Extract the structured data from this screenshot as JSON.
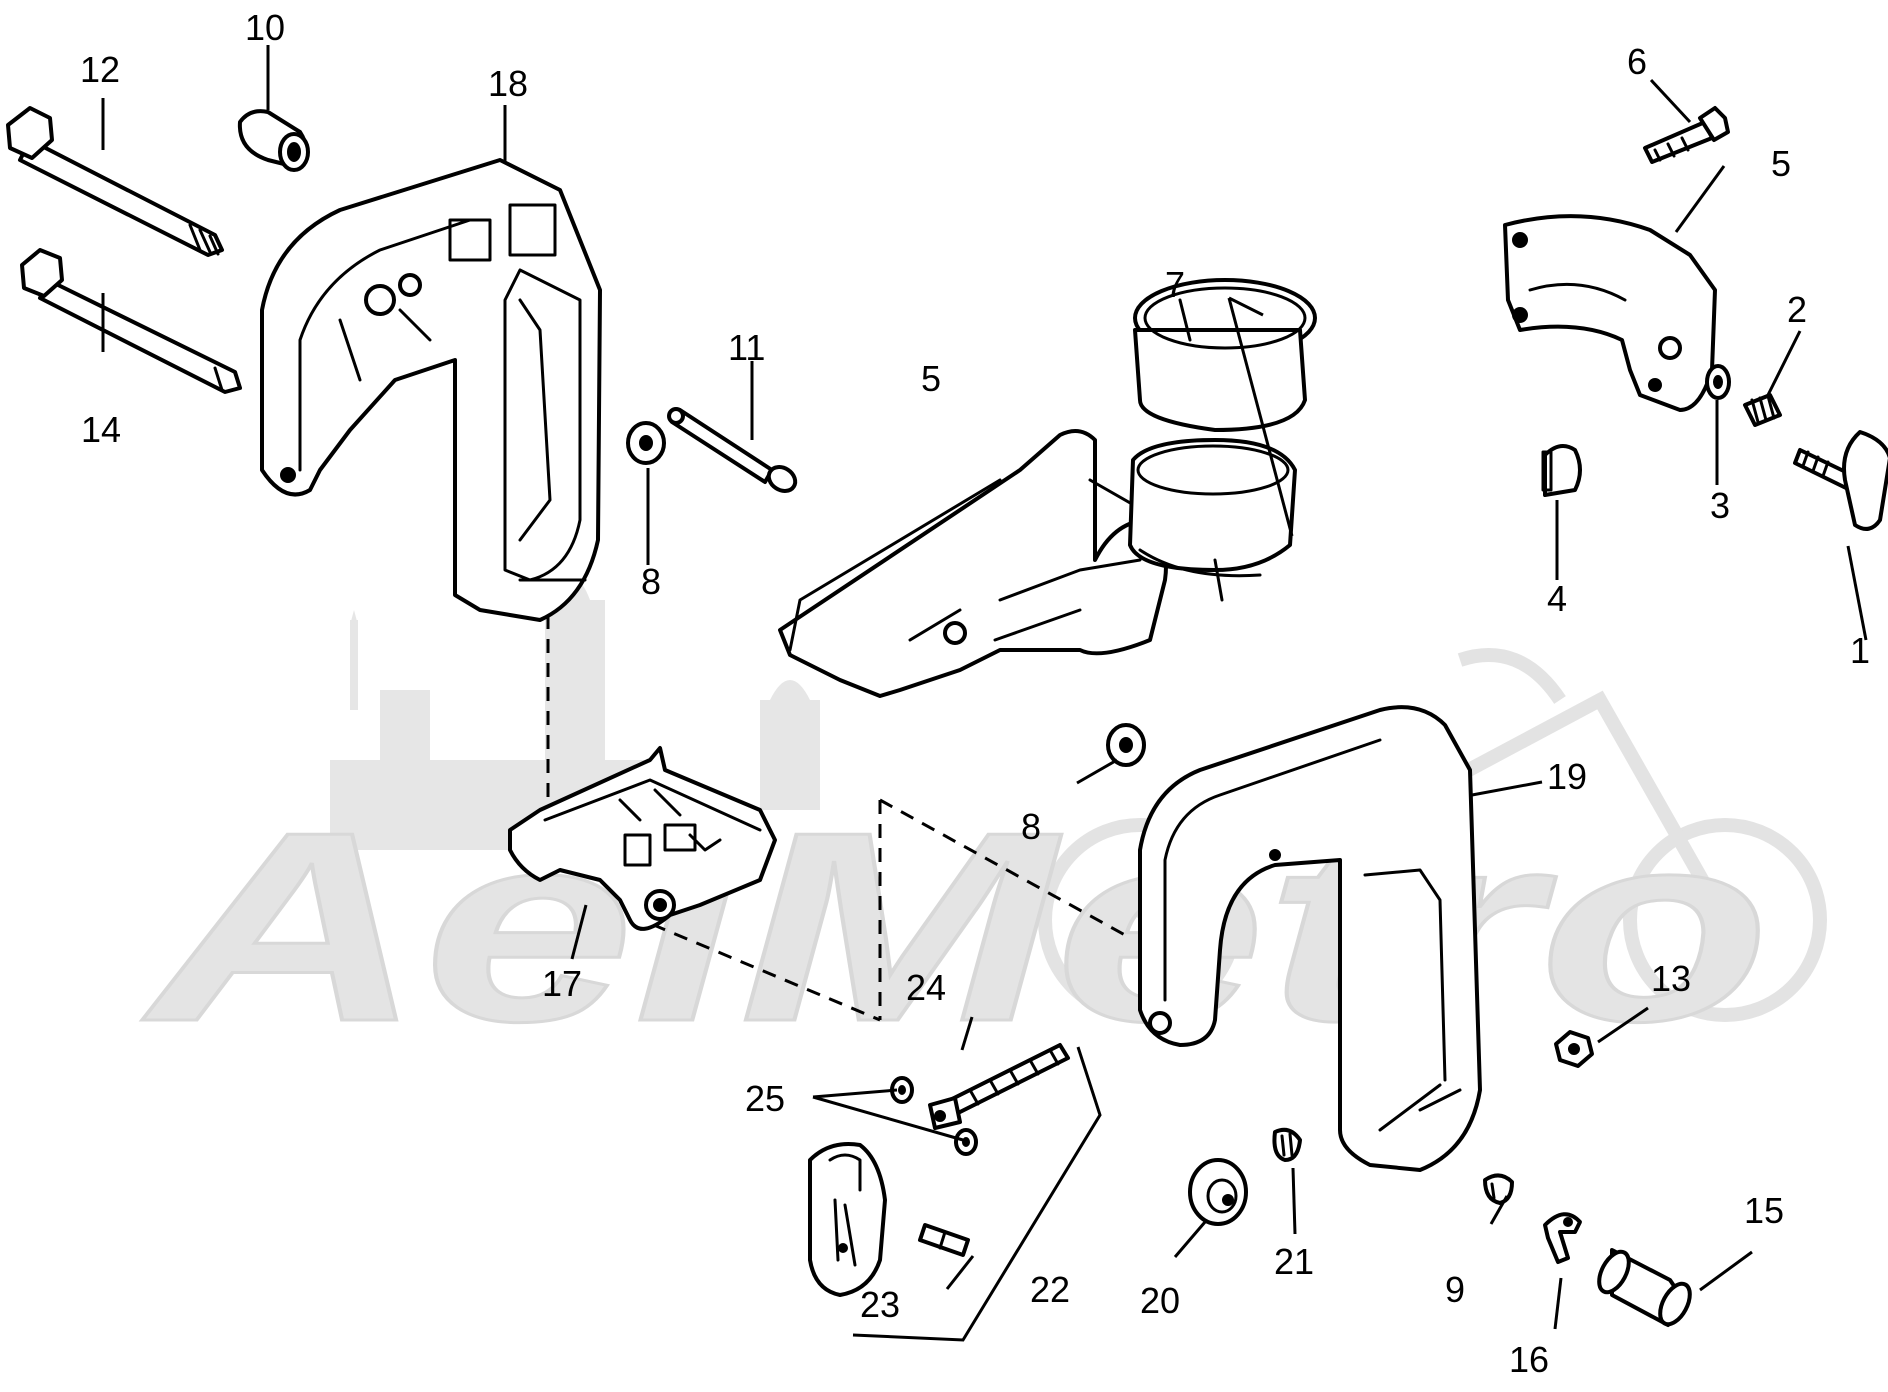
{
  "watermark": {
    "text": "AeiMetro",
    "color": "#e6e6e6"
  },
  "line_color": "#000000",
  "callouts": {
    "c1": "1",
    "c2": "2",
    "c3": "3",
    "c4": "4",
    "c5a": "5",
    "c5b": "5",
    "c6": "6",
    "c7": "7",
    "c8a": "8",
    "c8b": "8",
    "c9": "9",
    "c10": "10",
    "c11": "11",
    "c12": "12",
    "c13": "13",
    "c14": "14",
    "c15": "15",
    "c16": "16",
    "c17": "17",
    "c18": "18",
    "c19": "19",
    "c20": "20",
    "c21": "21",
    "c22": "22",
    "c23": "23",
    "c24": "24",
    "c25": "25"
  }
}
